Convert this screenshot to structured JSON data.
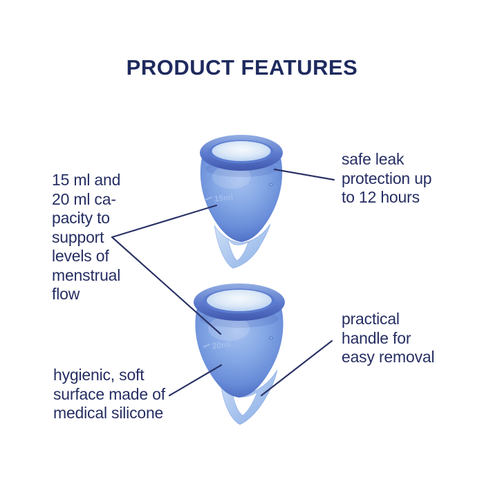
{
  "title": "PRODUCT FEATURES",
  "annotations": {
    "capacity": "15 ml and\n20 ml ca-\npacity to\nsupport\nlevels of\nmenstrual\nflow",
    "leak_protection": "safe leak\nprotection up\nto 12 hours",
    "handle": "practical\nhandle for\neasy removal",
    "surface": "hygienic, soft\nsurface made of\nmedical silicone"
  },
  "cups": {
    "small": {
      "marking": "15ml"
    },
    "large": {
      "marking": "20ml"
    }
  },
  "colors": {
    "title_navy": "#1e2a5e",
    "text_navy": "#262e63",
    "connector_navy": "#2b3366",
    "cup_blue": "#6f94dc",
    "cup_blue_dark": "#4661b4",
    "cup_blue_light": "#b6cff1",
    "background": "#ffffff"
  }
}
